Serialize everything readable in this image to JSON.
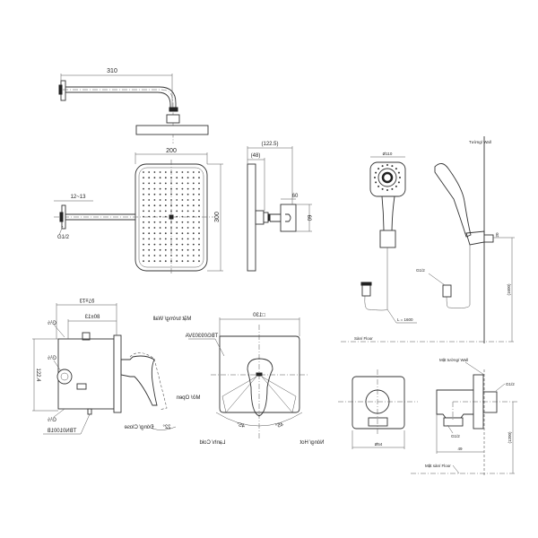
{
  "rain_shower": {
    "arm_length": "310",
    "head_width": "200",
    "head_height": "300",
    "wall_gap": "12~13",
    "thread": "G1/2",
    "side_depth_total": "(122.5)",
    "side_depth_head": "(48)",
    "elbow_width": "60",
    "elbow_height": "60"
  },
  "mixer_side": {
    "depth_max": "97±13",
    "depth_min": "80±13",
    "wall_label": "Mặt tường/ Wall",
    "port_top": "G½",
    "port_mid": "G½",
    "port_bottom": "G½",
    "height": "122.4",
    "body_model": "TBN01001B",
    "open_label": "Mở/ Open",
    "close_label": "Đóng/ Close",
    "handle_angle": "22°"
  },
  "mixer_front": {
    "plate_size": "□130",
    "model": "TBG09303VA",
    "angle_left": "45°",
    "angle_right": "45°",
    "cold_label": "Lạnh/ Cold",
    "hot_label": "Nóng/ Hot"
  },
  "hand_shower": {
    "head_diameter": "Ø110",
    "wall_label": "Tường/ Wall",
    "hose_length": "L = 1600",
    "thread": "G1/2",
    "bracket_size": "20",
    "bracket_height": "(1600)",
    "floor_label": "Sàn/ Floor"
  },
  "wall_outlet": {
    "wall_label": "Mặt tường/ Wall",
    "thread_in": "G1/2",
    "thread_out": "G1/2",
    "diameter": "Ø54",
    "depth": "49",
    "height": "(1200)",
    "floor_label": "Mặt sàn/ Floor"
  }
}
